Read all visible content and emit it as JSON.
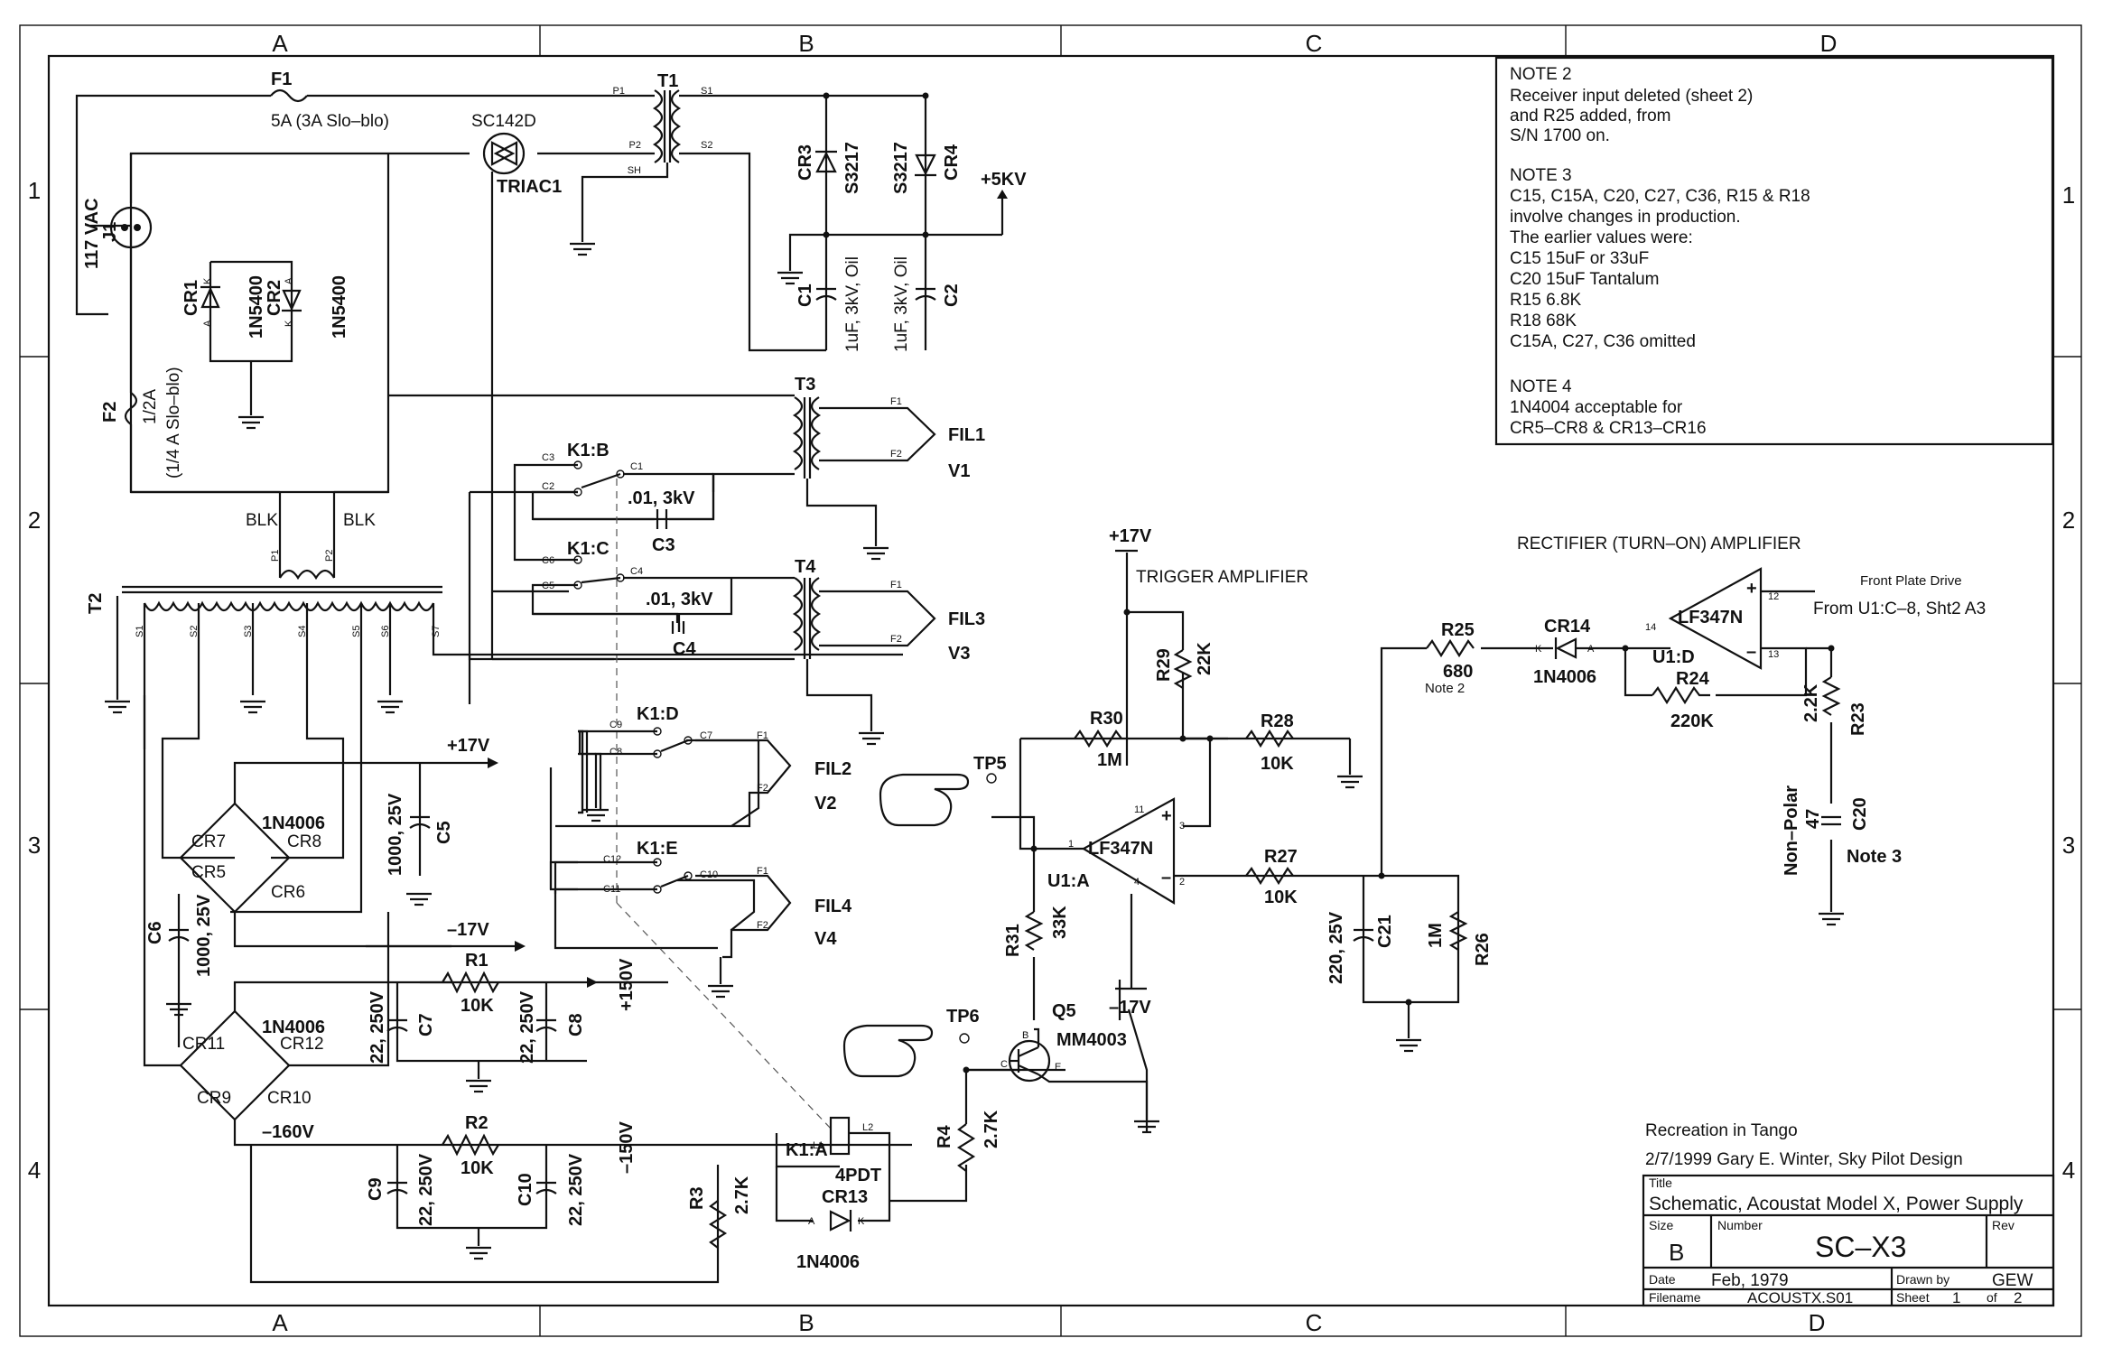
{
  "border": {
    "columns": [
      "A",
      "B",
      "C",
      "D"
    ],
    "rows": [
      "1",
      "2",
      "3",
      "4"
    ]
  },
  "notes": {
    "note2": [
      "NOTE 2",
      "Receiver input deleted (sheet 2)",
      "and R25 added, from",
      "S/N 1700 on."
    ],
    "note3": [
      "NOTE 3",
      "C15, C15A, C20, C27, C36, R15 & R18",
      "involve changes in production.",
      "The earlier values were:",
      "C15  15uF or 33uF",
      "C20  15uF Tantalum",
      "R15  6.8K",
      "R18  68K",
      "C15A, C27, C36 omitted"
    ],
    "note4": [
      "NOTE 4",
      "1N4004 acceptable for",
      "CR5–CR8 & CR13–CR16"
    ]
  },
  "section_titles": {
    "trigger": "TRIGGER AMPLIFIER",
    "rectifier": "RECTIFIER (TURN–ON) AMPLIFIER"
  },
  "input": {
    "f1": "F1",
    "f1_value": "5A (3A Slo–blo)",
    "triac_part": "SC142D",
    "triac": "TRIAC1",
    "j1": "J1",
    "vac": "117 VAC",
    "cr1": "CR1",
    "cr1_part": "1N5400",
    "cr2": "CR2",
    "cr2_part": "1N5400",
    "f2": "F2",
    "f2_value": "1/2A",
    "f2_value2": "(1/4 A Slo–blo)",
    "k": "K",
    "a": "A"
  },
  "hv": {
    "t1": "T1",
    "p1": "P1",
    "p2": "P2",
    "s1": "S1",
    "s2": "S2",
    "sh": "SH",
    "cr3": "CR3",
    "cr3_part": "S3217",
    "cr4": "CR4",
    "cr4_part": "S3217",
    "c1": "C1",
    "c1_value": "1uF, 3kV, Oil",
    "c2": "C2",
    "c2_value": "1uF, 3kV, Oil",
    "v5kv": "+5KV"
  },
  "fil": {
    "t3": "T3",
    "t4": "T4",
    "f1": "F1",
    "f2": "F2",
    "fil1": "FIL1",
    "v1": "V1",
    "fil3": "FIL3",
    "v3": "V3",
    "fil2": "FIL2",
    "v2": "V2",
    "fil4": "FIL4",
    "v4": "V4",
    "k1b": "K1:B",
    "k1c": "K1:C",
    "k1d": "K1:D",
    "k1e": "K1:E",
    "c1": "C1",
    "c2": "C2",
    "c3": "C3",
    "c4": "C4",
    "c5": "C5",
    "c6": "C6",
    "c7": "C7",
    "c8": "C8",
    "c9": "C9",
    "c10": "C10",
    "c11": "C11",
    "c12": "C12",
    "cap3": "C3",
    "cap3_value": ".01, 3kV",
    "cap4": "C4",
    "cap4_value": ".01, 3kV"
  },
  "t2": {
    "name": "T2",
    "blk1": "BLK",
    "blk2": "BLK",
    "p1": "P1",
    "p2": "P2",
    "s": [
      "S1",
      "S2",
      "S3",
      "S4",
      "S5",
      "S6",
      "S7"
    ]
  },
  "supply": {
    "p17": "+17V",
    "n17": "–17V",
    "p150": "+150V",
    "n150": "–150V",
    "n160": "–160V",
    "cr5": "CR5",
    "cr6": "CR6",
    "cr7": "CR7",
    "cr8": "CR8",
    "bridge1": "1N4006",
    "cr9": "CR9",
    "cr10": "CR10",
    "cr11": "CR11",
    "cr12": "CR12",
    "bridge2": "1N4006",
    "c5": "C5",
    "c5_value": "1000, 25V",
    "c6": "C6",
    "c6_value": "1000, 25V",
    "c7": "C7",
    "c7_value": "22, 250V",
    "c8": "C8",
    "c8_value": "22, 250V",
    "c9": "C9",
    "c9_value": "22, 250V",
    "c10": "C10",
    "c10_value": "22, 250V",
    "r1": "R1",
    "r1_value": "10K",
    "r2": "R2",
    "r2_value": "10K"
  },
  "relay": {
    "r3": "R3",
    "r3_value": "2.7K",
    "k1a": "K1:A",
    "l1": "L1",
    "l2": "L2",
    "type": "4PDT",
    "cr13": "CR13",
    "cr13_part": "1N4006",
    "a": "A",
    "k": "K",
    "r4": "R4",
    "r4_value": "2.7K"
  },
  "trigger": {
    "v17": "+17V",
    "vm17": "–17V",
    "r29": "R29",
    "r29_value": "22K",
    "r30": "R30",
    "r30_value": "1M",
    "r28": "R28",
    "r28_value": "10K",
    "r27": "R27",
    "r27_value": "10K",
    "r31": "R31",
    "r31_value": "33K",
    "u1a": "U1:A",
    "opamp": "LF347N",
    "pin1": "1",
    "pin2": "2",
    "pin3": "3",
    "pin4": "4",
    "pin11": "11",
    "tp5": "TP5",
    "tp6": "TP6",
    "q5": "Q5",
    "q5_part": "MM4003",
    "b": "B",
    "c": "C",
    "e": "E",
    "c21": "C21",
    "c21_value": "220, 25V",
    "r26": "R26",
    "r26_value": "1M"
  },
  "rect": {
    "r25": "R25",
    "r25_value": "680",
    "r25_note": "Note 2",
    "cr14": "CR14",
    "cr14_part": "1N4006",
    "k": "K",
    "a": "A",
    "opamp": "LF347N",
    "u1d": "U1:D",
    "pin12": "12",
    "pin13": "13",
    "pin14": "14",
    "r24": "R24",
    "r24_value": "220K",
    "r23": "R23",
    "r23_value": "2.2K",
    "c20": "C20",
    "c20_value": "47",
    "c20_type": "Non–Polar",
    "c20_note": "Note 3",
    "drive": "Front Plate Drive",
    "from": "From U1:C–8, Sht2 A3"
  },
  "credit": {
    "line1": "Recreation in Tango",
    "line2": "2/7/1999  Gary E. Winter, Sky Pilot Design"
  },
  "titleblock": {
    "title_label": "Title",
    "title": "Schematic, Acoustat Model X, Power Supply",
    "size_label": "Size",
    "size": "B",
    "number_label": "Number",
    "number": "SC–X3",
    "rev_label": "Rev",
    "date_label": "Date",
    "date": "Feb, 1979",
    "drawn_label": "Drawn by",
    "drawn": "GEW",
    "file_label": "Filename",
    "file": "ACOUSTX.S01",
    "sheet_label": "Sheet",
    "sheet": "1",
    "of_label": "of",
    "sheets": "2"
  }
}
